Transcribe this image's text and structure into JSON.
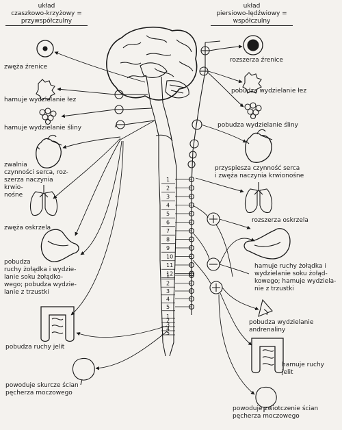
{
  "headers": {
    "left": {
      "line1": "układ",
      "line2": "czaszkowo-krzyżowy =",
      "line3": "przywspółczulny"
    },
    "right": {
      "line1": "układ",
      "line2": "piersiowo-lędźwiowy =",
      "line3": "współczulny"
    }
  },
  "left_effects": [
    "zwęża źrenice",
    "hamuje wydzielanie łez",
    "hamuje wydzielanie śliny",
    "zwalnia\nczynności serca, roz-\nszerza naczynia\nkrwio-\nnośne",
    "zwęża oskrzela",
    "pobudza\nruchy żołądka i wydzie-\nlanie soku żołądko-\nwego; pobudza wydzie-\nlanie z trzustki",
    "pobudza ruchy jelit",
    "powoduje skurcze ścian\npęcherza moczowego"
  ],
  "right_effects": [
    "rozszerza źrenice",
    "pobudza wydzielanie łez",
    "pobudza wydzielanie śliny",
    "przyspiesza czynność serca\ni zwęża naczynia krwionośne",
    "rozszerza oskrzela",
    "hamuje ruchy żołądka i\nwydzielanie soku żołąd-\nkowego; hamuje wydziela-\nnie z trzustki",
    "pobudza wydzielanie\nandrenaliny",
    "hamuje ruchy\njelit",
    "powoduje zwiotczenie ścian\npęcherza moczowego"
  ],
  "spinal_segments": {
    "thoracic": [
      "1",
      "2",
      "3",
      "4",
      "5",
      "6",
      "7",
      "8",
      "9",
      "10",
      "11",
      "12"
    ],
    "lumbar": [
      "1",
      "2",
      "3",
      "4",
      "5"
    ],
    "sacral": [
      "1",
      "2",
      "3",
      "4",
      "5"
    ]
  }
}
